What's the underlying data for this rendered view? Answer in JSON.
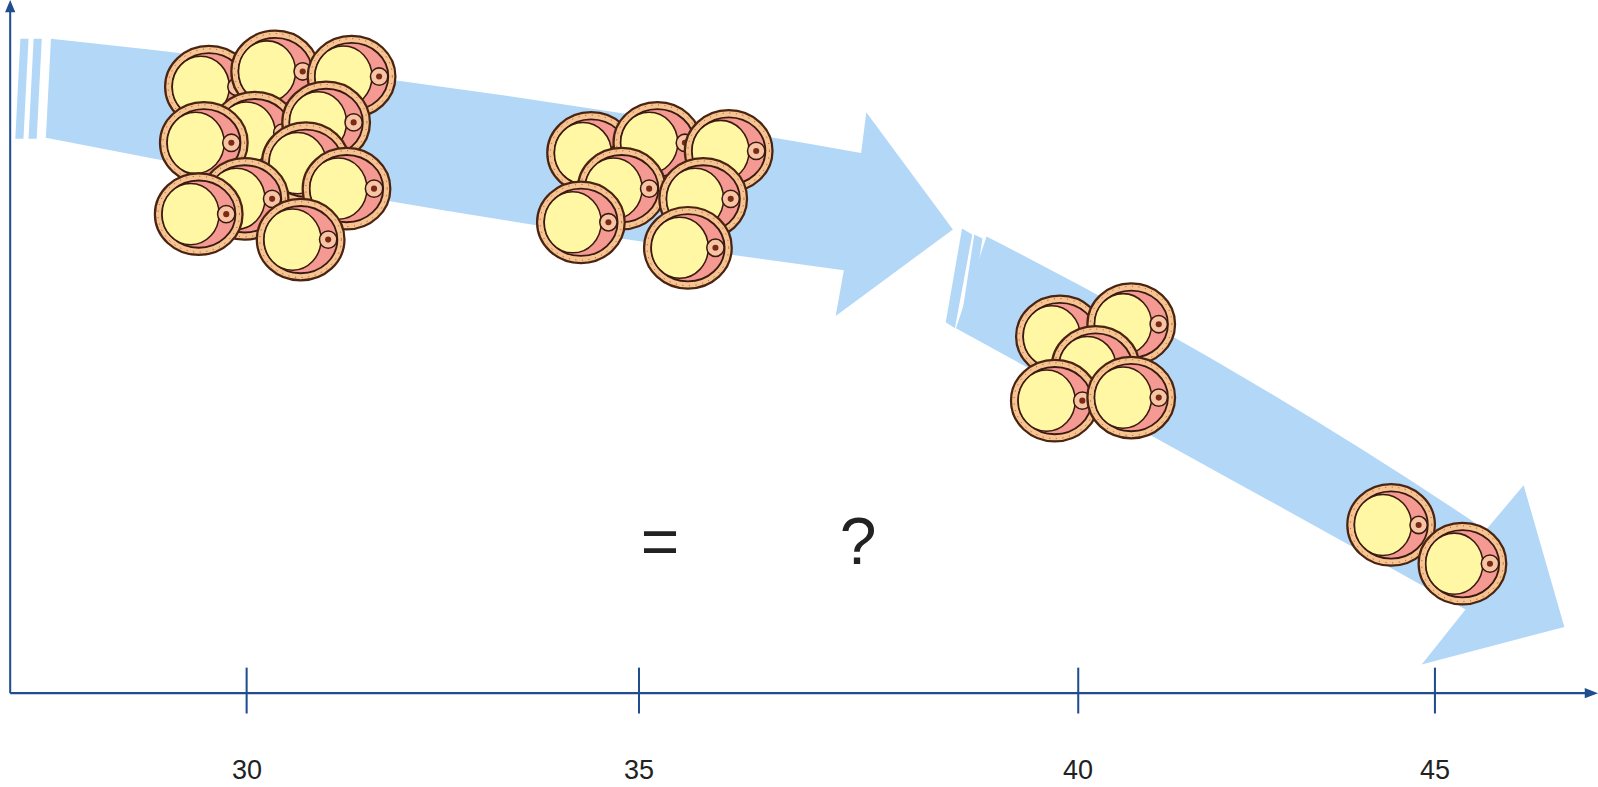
{
  "diagram": {
    "labels": [
      "30",
      "35",
      "40",
      "45",
      "=",
      "?"
    ]
  }
}
